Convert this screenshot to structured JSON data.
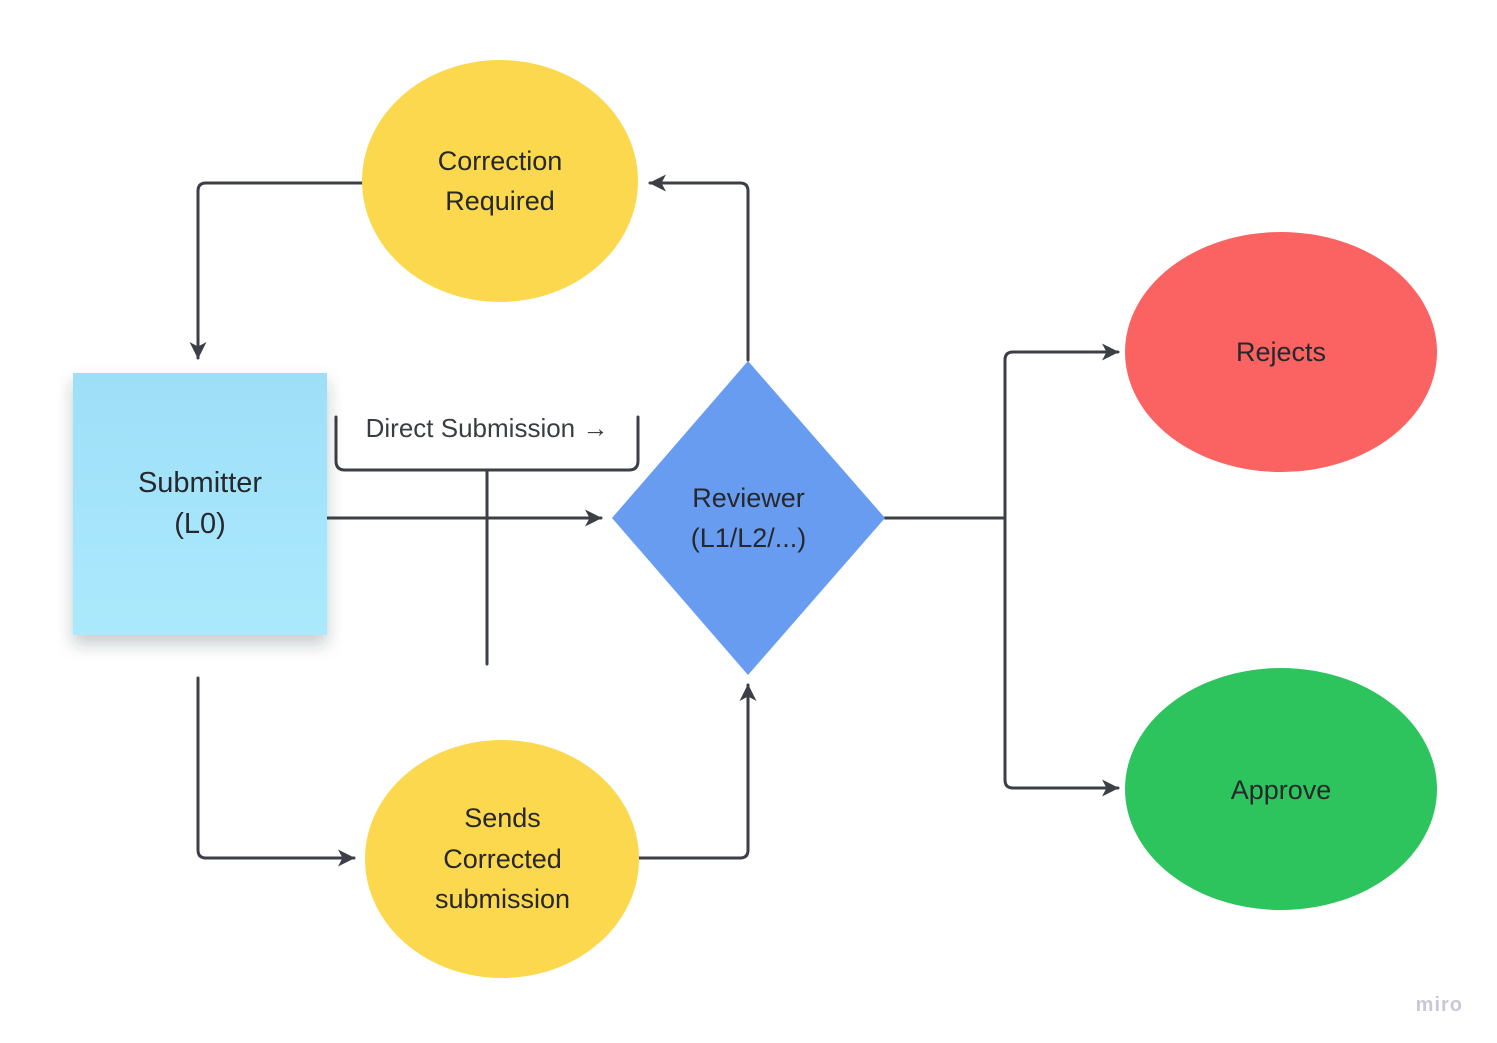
{
  "app": {
    "watermark": "miro",
    "background": "#ffffff"
  },
  "colors": {
    "yellow": "#FCD84E",
    "sticky_blue_top": "#9EDFF8",
    "sticky_blue_bottom": "#ABE9FD",
    "diamond_blue": "#689CF1",
    "red": "#FB6362",
    "green": "#2DC45E",
    "connector": "#3C3F45",
    "text": "#26282B",
    "watermark_gray": "#C9C8D8"
  },
  "nodes": {
    "correction_required": {
      "line1": "Correction",
      "line2": "Required"
    },
    "submitter": {
      "line1": "Submitter",
      "line2": "(L0)"
    },
    "reviewer": {
      "line1": "Reviewer",
      "line2": "(L1/L2/...)"
    },
    "rejects": {
      "label": "Rejects"
    },
    "approve": {
      "label": "Approve"
    },
    "sends_corrected": {
      "line1": "Sends",
      "line2": "Corrected",
      "line3": "submission"
    }
  },
  "edges": {
    "direct_submission_label": "Direct Submission →"
  }
}
